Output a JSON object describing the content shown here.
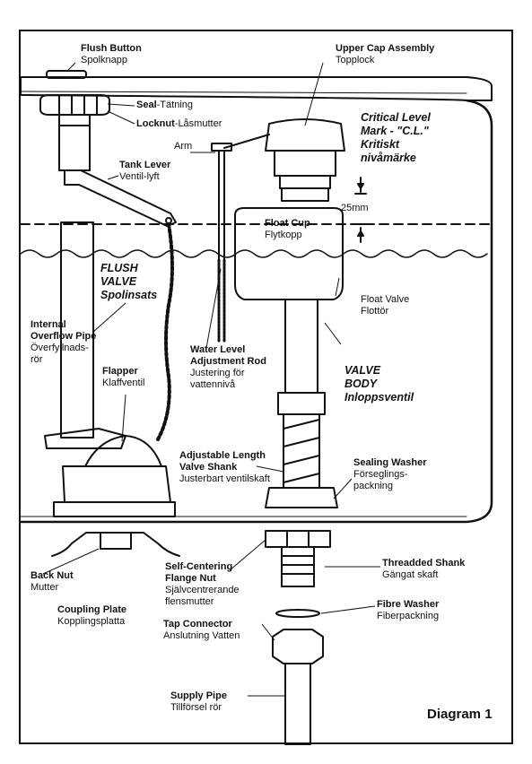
{
  "title": "Diagram 1",
  "labels": {
    "flush_button": {
      "en": "Flush Button",
      "sv": "Spolknapp"
    },
    "upper_cap": {
      "en": "Upper Cap Assembly",
      "sv": "Topplock"
    },
    "seal": {
      "en": "Seal",
      "sv": "-Tätning"
    },
    "locknut": {
      "en": "Locknut",
      "sv": "-Låsmutter"
    },
    "critical_level": {
      "line1": "Critical Level",
      "line2": "Mark - \"C.L.\"",
      "line3": "Kritiskt",
      "line4": "nivåmärke"
    },
    "arm": "Arm",
    "tank_lever": {
      "en": "Tank Lever",
      "sv": "Ventil-lyft"
    },
    "measure": "25mm",
    "float_cup": {
      "en": "Float Cup",
      "sv": "Flytkopp"
    },
    "flush_valve": {
      "line1": "FLUSH",
      "line2": "VALVE",
      "line3": "Spolinsats"
    },
    "float_valve": {
      "en": "Float Valve",
      "sv": "Flottör"
    },
    "internal_overflow": {
      "line1": "Internal",
      "line2": "Overflow Pipe",
      "line3": "Överfyllnads-",
      "line4": "rör"
    },
    "water_level_rod": {
      "line1": "Water Level",
      "line2": "Adjustment Rod",
      "line3": "Justering för",
      "line4": "vattennivå"
    },
    "flapper": {
      "en": "Flapper",
      "sv": "Klaffventil"
    },
    "valve_body": {
      "line1": "VALVE",
      "line2": "BODY",
      "line3": "Inloppsventil"
    },
    "adjustable_shank": {
      "line1": "Adjustable Length",
      "line2": "Valve Shank",
      "line3": "Justerbart ventilskaft"
    },
    "sealing_washer": {
      "line1": "Sealing Washer",
      "line2": "Förseglings-",
      "line3": "packning"
    },
    "back_nut": {
      "en": "Back Nut",
      "sv": "Mutter"
    },
    "self_centering": {
      "line1": "Self-Centering",
      "line2": "Flange Nut",
      "line3": "Självcentrerande",
      "line4": "flensmutter"
    },
    "threaded_shank": {
      "en": "Threadded Shank",
      "sv": "Gängat skaft"
    },
    "coupling_plate": {
      "en": "Coupling Plate",
      "sv": "Kopplingsplatta"
    },
    "fibre_washer": {
      "en": "Fibre Washer",
      "sv": "Fiberpackning"
    },
    "tap_connector": {
      "en": "Tap Connector",
      "sv": "Anslutning Vatten"
    },
    "supply_pipe": {
      "en": "Supply Pipe",
      "sv": "Tillförsel rör"
    }
  }
}
